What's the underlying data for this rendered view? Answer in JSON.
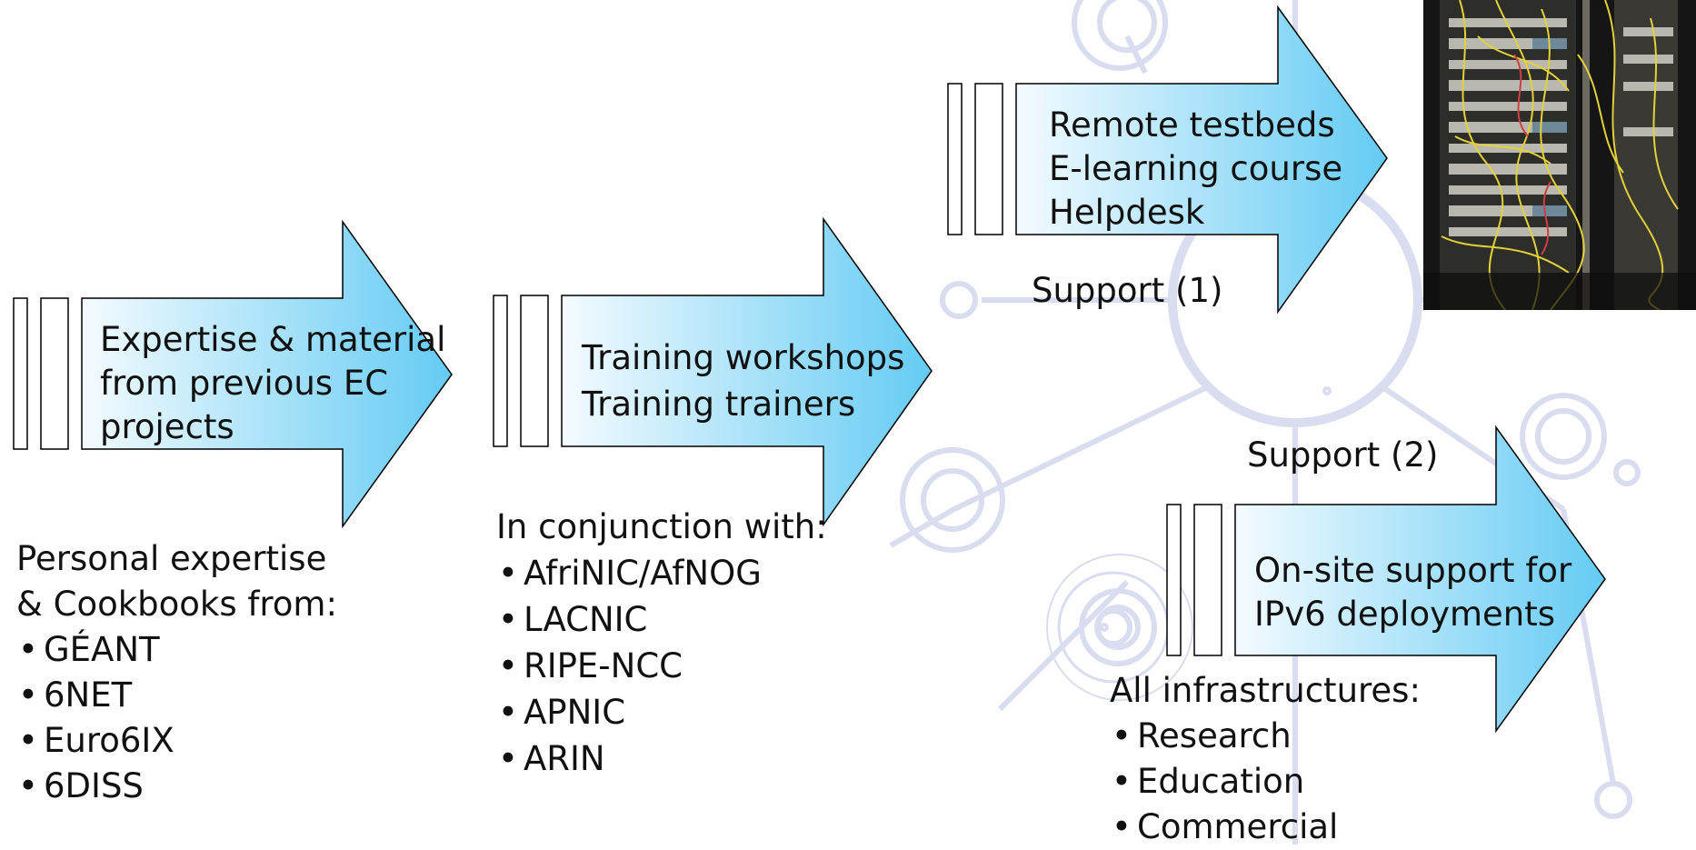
{
  "colors": {
    "arrow_light": "#f2fbff",
    "arrow_dark": "#6fcff5",
    "outline": "#000000",
    "background_motif": "#d9dcef"
  },
  "arrows": {
    "expertise": {
      "lines": [
        "Expertise & material",
        "from previous EC",
        "projects"
      ]
    },
    "training": {
      "lines": [
        "Training workshops",
        "Training trainers"
      ]
    },
    "support1": {
      "lines": [
        "Remote testbeds",
        "E-learning course",
        "Helpdesk"
      ]
    },
    "support2": {
      "lines": [
        "On-site support for",
        "IPv6 deployments"
      ]
    }
  },
  "labels": {
    "support1": "Support (1)",
    "support2": "Support (2)"
  },
  "sources": {
    "intro_line1": "Personal expertise",
    "intro_line2": "& Cookbooks from:",
    "items": [
      "GÉANT",
      "6NET",
      "Euro6IX",
      "6DISS"
    ]
  },
  "partners": {
    "intro": "In conjunction with:",
    "items": [
      "AfriNIC/AfNOG",
      "LACNIC",
      "RIPE-NCC",
      "APNIC",
      "ARIN"
    ]
  },
  "infrastructures": {
    "intro": "All infrastructures:",
    "items": [
      "Research",
      "Education",
      "Commercial"
    ]
  },
  "photo": {
    "subject": "server-rack-photo"
  }
}
